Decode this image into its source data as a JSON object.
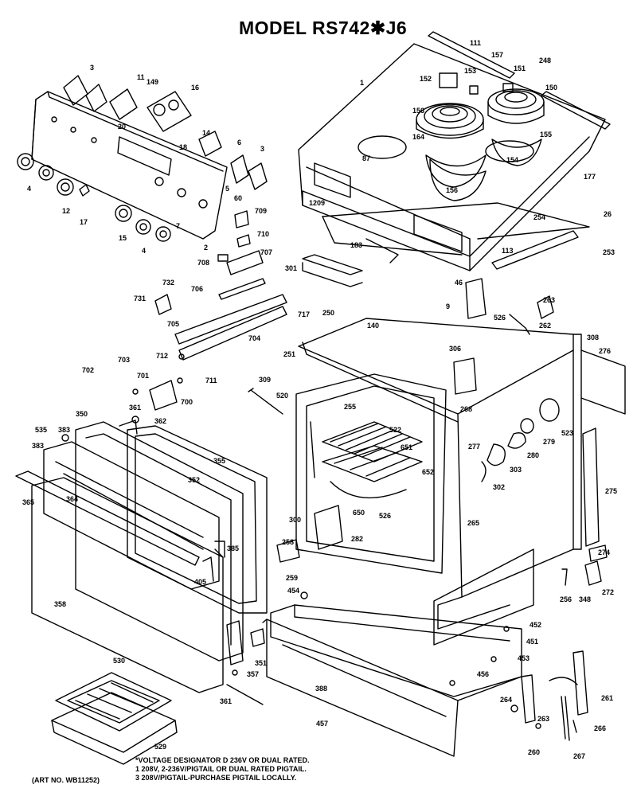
{
  "title": "MODEL RS742✱J6",
  "footnote": [
    "*VOLTAGE DESIGNATOR D 236V OR DUAL RATED.",
    "1 208V, 2-236V/PIGTAIL OR DUAL RATED PIGTAIL.",
    "3 208V/PIGTAIL-PURCHASE PIGTAIL LOCALLY."
  ],
  "art_number": "(ART NO. WB11252)",
  "callouts": [
    {
      "id": "3a",
      "text": "3"
    },
    {
      "id": "11",
      "text": "11"
    },
    {
      "id": "149",
      "text": "149"
    },
    {
      "id": "16",
      "text": "16"
    },
    {
      "id": "20",
      "text": "20"
    },
    {
      "id": "14",
      "text": "14"
    },
    {
      "id": "18",
      "text": "18"
    },
    {
      "id": "6",
      "text": "6"
    },
    {
      "id": "3b",
      "text": "3"
    },
    {
      "id": "5",
      "text": "5"
    },
    {
      "id": "60",
      "text": "60"
    },
    {
      "id": "4a",
      "text": "4"
    },
    {
      "id": "12",
      "text": "12"
    },
    {
      "id": "17",
      "text": "17"
    },
    {
      "id": "15",
      "text": "15"
    },
    {
      "id": "4b",
      "text": "4"
    },
    {
      "id": "7",
      "text": "7"
    },
    {
      "id": "2",
      "text": "2"
    },
    {
      "id": "709",
      "text": "709"
    },
    {
      "id": "710",
      "text": "710"
    },
    {
      "id": "707",
      "text": "707"
    },
    {
      "id": "708",
      "text": "708"
    },
    {
      "id": "732",
      "text": "732"
    },
    {
      "id": "731",
      "text": "731"
    },
    {
      "id": "706",
      "text": "706"
    },
    {
      "id": "705",
      "text": "705"
    },
    {
      "id": "704",
      "text": "704"
    },
    {
      "id": "712",
      "text": "712"
    },
    {
      "id": "703",
      "text": "703"
    },
    {
      "id": "702",
      "text": "702"
    },
    {
      "id": "701",
      "text": "701"
    },
    {
      "id": "711",
      "text": "711"
    },
    {
      "id": "700",
      "text": "700"
    },
    {
      "id": "1",
      "text": "1"
    },
    {
      "id": "111",
      "text": "111"
    },
    {
      "id": "157",
      "text": "157"
    },
    {
      "id": "152",
      "text": "152"
    },
    {
      "id": "153",
      "text": "153"
    },
    {
      "id": "151",
      "text": "151"
    },
    {
      "id": "248",
      "text": "248"
    },
    {
      "id": "150",
      "text": "150"
    },
    {
      "id": "156a",
      "text": "156"
    },
    {
      "id": "164",
      "text": "164"
    },
    {
      "id": "155",
      "text": "155"
    },
    {
      "id": "154",
      "text": "154"
    },
    {
      "id": "156b",
      "text": "156"
    },
    {
      "id": "87",
      "text": "87"
    },
    {
      "id": "177",
      "text": "177"
    },
    {
      "id": "26",
      "text": "26"
    },
    {
      "id": "1209",
      "text": "1209"
    },
    {
      "id": "254",
      "text": "254"
    },
    {
      "id": "253",
      "text": "253"
    },
    {
      "id": "183",
      "text": "183"
    },
    {
      "id": "113",
      "text": "113"
    },
    {
      "id": "301",
      "text": "301"
    },
    {
      "id": "46",
      "text": "46"
    },
    {
      "id": "9",
      "text": "9"
    },
    {
      "id": "717",
      "text": "717"
    },
    {
      "id": "250",
      "text": "250"
    },
    {
      "id": "263",
      "text": "263"
    },
    {
      "id": "526a",
      "text": "526"
    },
    {
      "id": "262",
      "text": "262"
    },
    {
      "id": "140",
      "text": "140"
    },
    {
      "id": "308",
      "text": "308"
    },
    {
      "id": "251",
      "text": "251"
    },
    {
      "id": "306",
      "text": "306"
    },
    {
      "id": "276",
      "text": "276"
    },
    {
      "id": "309",
      "text": "309"
    },
    {
      "id": "268",
      "text": "268"
    },
    {
      "id": "520",
      "text": "520"
    },
    {
      "id": "255",
      "text": "255"
    },
    {
      "id": "522",
      "text": "522"
    },
    {
      "id": "523",
      "text": "523"
    },
    {
      "id": "279",
      "text": "279"
    },
    {
      "id": "277",
      "text": "277"
    },
    {
      "id": "651",
      "text": "651"
    },
    {
      "id": "303",
      "text": "303"
    },
    {
      "id": "280",
      "text": "280"
    },
    {
      "id": "652",
      "text": "652"
    },
    {
      "id": "302",
      "text": "302"
    },
    {
      "id": "275",
      "text": "275"
    },
    {
      "id": "361a",
      "text": "361"
    },
    {
      "id": "362",
      "text": "362"
    },
    {
      "id": "350",
      "text": "350"
    },
    {
      "id": "535",
      "text": "535"
    },
    {
      "id": "383",
      "text": "383"
    },
    {
      "id": "383b",
      "text": "383"
    },
    {
      "id": "355",
      "text": "355"
    },
    {
      "id": "352",
      "text": "352"
    },
    {
      "id": "365",
      "text": "365"
    },
    {
      "id": "364",
      "text": "364"
    },
    {
      "id": "650",
      "text": "650"
    },
    {
      "id": "526b",
      "text": "526"
    },
    {
      "id": "265",
      "text": "265"
    },
    {
      "id": "300",
      "text": "300"
    },
    {
      "id": "282",
      "text": "282"
    },
    {
      "id": "385",
      "text": "385"
    },
    {
      "id": "258",
      "text": "258"
    },
    {
      "id": "274",
      "text": "274"
    },
    {
      "id": "405",
      "text": "405"
    },
    {
      "id": "259",
      "text": "259"
    },
    {
      "id": "358",
      "text": "358"
    },
    {
      "id": "454",
      "text": "454"
    },
    {
      "id": "256",
      "text": "256"
    },
    {
      "id": "348",
      "text": "348"
    },
    {
      "id": "272",
      "text": "272"
    },
    {
      "id": "452",
      "text": "452"
    },
    {
      "id": "451",
      "text": "451"
    },
    {
      "id": "453",
      "text": "453"
    },
    {
      "id": "351",
      "text": "351"
    },
    {
      "id": "530",
      "text": "530"
    },
    {
      "id": "357",
      "text": "357"
    },
    {
      "id": "456",
      "text": "456"
    },
    {
      "id": "361b",
      "text": "361"
    },
    {
      "id": "388",
      "text": "388"
    },
    {
      "id": "261",
      "text": "261"
    },
    {
      "id": "264",
      "text": "264"
    },
    {
      "id": "457",
      "text": "457"
    },
    {
      "id": "263b",
      "text": "263"
    },
    {
      "id": "266",
      "text": "266"
    },
    {
      "id": "529",
      "text": "529"
    },
    {
      "id": "260",
      "text": "260"
    },
    {
      "id": "267",
      "text": "267"
    }
  ]
}
